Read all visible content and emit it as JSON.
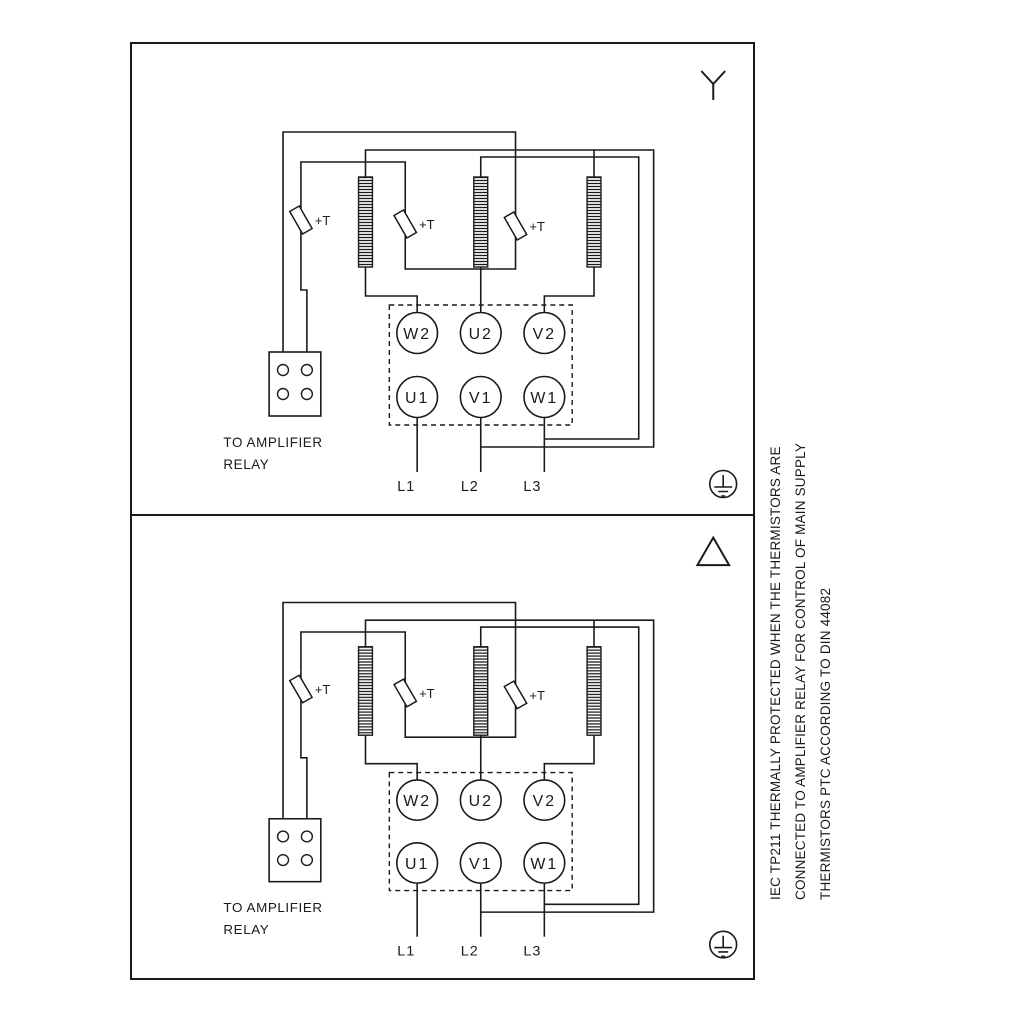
{
  "note_column": {
    "lines": [
      "IEC TP211 THERMALLY PROTECTED WHEN THE THERMISTORS ARE",
      "CONNECTED TO AMPLIFIER RELAY FOR CONTROL OF MAIN SUPPLY",
      "THERMISTORS PTC ACCORDING TO DIN 44082"
    ]
  },
  "panels": [
    {
      "name": "star-connection",
      "symbol": "Y",
      "thermistor_label": "+T",
      "relay_note": [
        "TO AMPLIFIER",
        "RELAY"
      ],
      "terminals_top": [
        "W2",
        "U2",
        "V2"
      ],
      "terminals_bottom": [
        "U1",
        "V1",
        "W1"
      ],
      "supply_labels": [
        "L1",
        "L2",
        "L3"
      ]
    },
    {
      "name": "delta-connection",
      "symbol": "Δ",
      "thermistor_label": "+T",
      "relay_note": [
        "TO AMPLIFIER",
        "RELAY"
      ],
      "terminals_top": [
        "W2",
        "U2",
        "V2"
      ],
      "terminals_bottom": [
        "U1",
        "V1",
        "W1"
      ],
      "supply_labels": [
        "L1",
        "L2",
        "L3"
      ]
    }
  ],
  "colors": {
    "line": "#1a1a1a",
    "background": "#ffffff"
  }
}
